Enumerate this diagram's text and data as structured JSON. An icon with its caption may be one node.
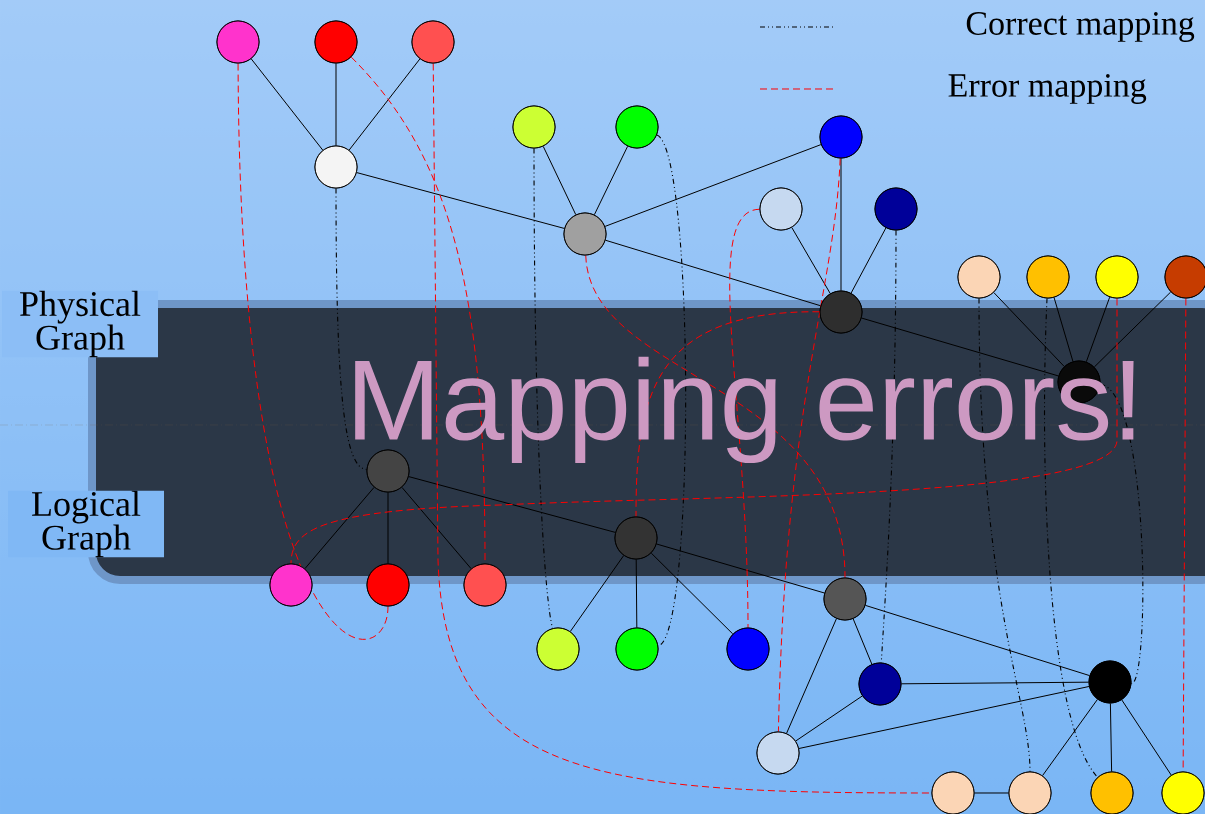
{
  "diagram": {
    "nodes": [
      {
        "text": [],
        "shape": "circle"
      },
      {
        "text": [],
        "shape": "circle"
      },
      {
        "text": [],
        "shape": "circle"
      },
      {
        "text": [],
        "shape": "circle"
      },
      {
        "text": [],
        "shape": "circle"
      },
      {
        "text": [],
        "shape": "circle"
      },
      {
        "text": [],
        "shape": "circle"
      },
      {
        "text": [],
        "shape": "circle"
      },
      {
        "text": [],
        "shape": "circle"
      },
      {
        "text": [],
        "shape": "circle"
      },
      {
        "text": [],
        "shape": "circle"
      },
      {
        "text": [],
        "shape": "circle"
      },
      {
        "text": [],
        "shape": "circle"
      },
      {
        "text": [],
        "shape": "circle"
      },
      {
        "text": [],
        "shape": "circle"
      },
      {
        "text": [],
        "shape": "circle"
      },
      {
        "text": [],
        "shape": "circle"
      },
      {
        "text": [],
        "shape": "circle"
      },
      {
        "text": [],
        "shape": "circle"
      },
      {
        "text": [],
        "shape": "circle"
      },
      {
        "text": [],
        "shape": "circle"
      },
      {
        "text": [],
        "shape": "circle"
      },
      {
        "text": [],
        "shape": "circle"
      },
      {
        "text": [],
        "shape": "circle"
      },
      {
        "text": [],
        "shape": "circle"
      },
      {
        "text": [],
        "shape": "circle"
      },
      {
        "text": [],
        "shape": "circle"
      },
      {
        "text": [],
        "shape": "circle"
      },
      {
        "text": [],
        "shape": "circle"
      },
      {
        "text": [],
        "shape": "circle"
      },
      {
        "text": [],
        "shape": "circle"
      },
      {
        "text": [],
        "shape": "circle"
      }
    ],
    "edges": [
      {
        "from": 0,
        "to": 3,
        "arrow": "none"
      },
      {
        "from": 1,
        "to": 3,
        "arrow": "none"
      },
      {
        "from": 2,
        "to": 3,
        "arrow": "none"
      },
      {
        "from": 3,
        "to": 7,
        "arrow": "none"
      },
      {
        "from": 4,
        "to": 7,
        "arrow": "none"
      },
      {
        "from": 5,
        "to": 7,
        "arrow": "none"
      },
      {
        "from": 6,
        "to": 7,
        "arrow": "none"
      },
      {
        "from": 7,
        "to": 10,
        "arrow": "none"
      },
      {
        "from": 8,
        "to": 10,
        "arrow": "none"
      },
      {
        "from": 6,
        "to": 10,
        "arrow": "none"
      },
      {
        "from": 9,
        "to": 10,
        "arrow": "none"
      },
      {
        "from": 10,
        "to": 15,
        "arrow": "none"
      },
      {
        "from": 11,
        "to": 15,
        "arrow": "none"
      },
      {
        "from": 12,
        "to": 15,
        "arrow": "none"
      },
      {
        "from": 13,
        "to": 15,
        "arrow": "none"
      },
      {
        "from": 14,
        "to": 15,
        "arrow": "none"
      },
      {
        "from": 16,
        "to": 17,
        "arrow": "none"
      },
      {
        "from": 16,
        "to": 18,
        "arrow": "none"
      },
      {
        "from": 16,
        "to": 19,
        "arrow": "none"
      },
      {
        "from": 16,
        "to": 20,
        "arrow": "none"
      },
      {
        "from": 20,
        "to": 21,
        "arrow": "none"
      },
      {
        "from": 20,
        "to": 22,
        "arrow": "none"
      },
      {
        "from": 20,
        "to": 23,
        "arrow": "none"
      },
      {
        "from": 20,
        "to": 24,
        "arrow": "none"
      },
      {
        "from": 24,
        "to": 25,
        "arrow": "none"
      },
      {
        "from": 24,
        "to": 26,
        "arrow": "none"
      },
      {
        "from": 24,
        "to": 27,
        "arrow": "none"
      },
      {
        "from": 25,
        "to": 27,
        "arrow": "none"
      },
      {
        "from": 26,
        "to": 25,
        "arrow": "none"
      },
      {
        "from": 26,
        "to": 27,
        "arrow": "none"
      },
      {
        "from": 27,
        "to": 29,
        "arrow": "none"
      },
      {
        "from": 27,
        "to": 30,
        "arrow": "none"
      },
      {
        "from": 27,
        "to": 31,
        "arrow": "none"
      },
      {
        "from": 28,
        "to": 29,
        "arrow": "none"
      },
      {
        "from": 3,
        "to": 16,
        "arrow": "none",
        "style": "dashed"
      },
      {
        "from": 4,
        "to": 21,
        "arrow": "none",
        "style": "dashed"
      },
      {
        "from": 5,
        "to": 22,
        "arrow": "none",
        "style": "dashed"
      },
      {
        "from": 9,
        "to": 25,
        "arrow": "none",
        "style": "dashed"
      },
      {
        "from": 11,
        "to": 29,
        "arrow": "none",
        "style": "dashed"
      },
      {
        "from": 12,
        "to": 30,
        "arrow": "none",
        "style": "dashed"
      },
      {
        "from": 15,
        "to": 27,
        "arrow": "none",
        "style": "dashed"
      },
      {
        "from": 0,
        "to": 18,
        "arrow": "none",
        "style": "dashed",
        "color": "#ff0000"
      },
      {
        "from": 1,
        "to": 19,
        "arrow": "none",
        "style": "dashed",
        "color": "#ff0000"
      },
      {
        "from": 2,
        "to": 28,
        "arrow": "none",
        "style": "dashed",
        "color": "#ff0000"
      },
      {
        "from": 13,
        "to": 17,
        "arrow": "none",
        "style": "dashed",
        "color": "#ff0000"
      },
      {
        "from": 7,
        "to": 24,
        "arrow": "none",
        "style": "dashed",
        "color": "#ff0000"
      },
      {
        "from": 8,
        "to": 23,
        "arrow": "none",
        "style": "dashed",
        "color": "#ff0000"
      },
      {
        "from": 6,
        "to": 26,
        "arrow": "none",
        "style": "dashed",
        "color": "#ff0000"
      },
      {
        "from": 10,
        "to": 20,
        "arrow": "none",
        "style": "dashed",
        "color": "#ff0000"
      },
      {
        "from": 14,
        "to": 31,
        "arrow": "none",
        "style": "dashed",
        "color": "#ff0000"
      }
    ],
    "labels": [
      "Physical Graph",
      "Mapping errors!",
      "Logical Graph"
    ],
    "legend": [
      {
        "text": "Correct mapping"
      },
      {
        "text": "Error mapping"
      }
    ]
  }
}
